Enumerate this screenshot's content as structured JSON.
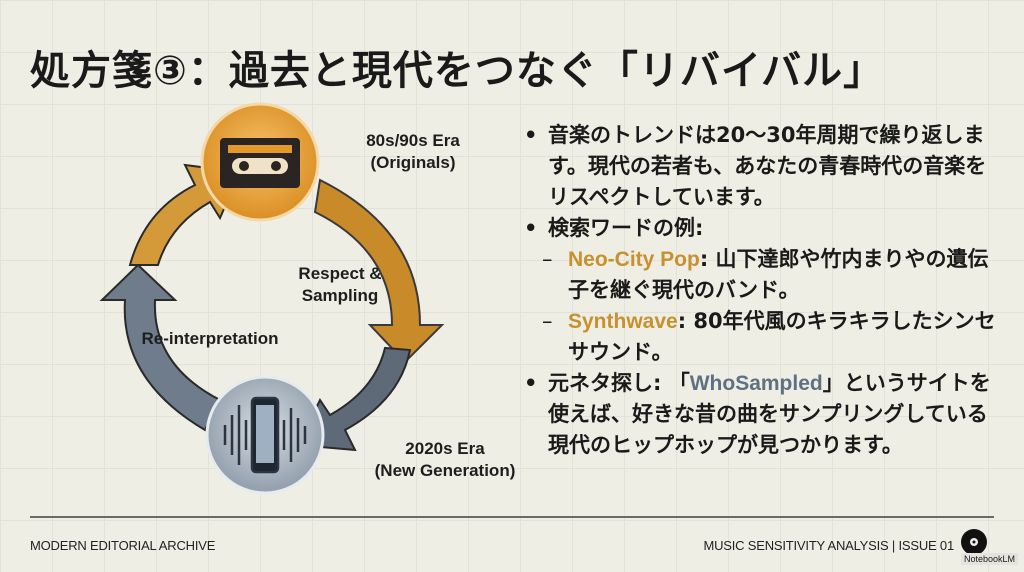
{
  "title": "処方箋③：過去と現代をつなぐ「リバイバル」",
  "diagram": {
    "top_label_1": "80s/90s Era",
    "top_label_2": "(Originals)",
    "right_label_1": "Respect &",
    "right_label_2": "Sampling",
    "left_label": "Re-interpretation",
    "bottom_label_1": "2020s Era",
    "bottom_label_2": "(New Generation)"
  },
  "bullets": {
    "b1": "音楽のトレンドは20〜30年周期で繰り返します。現代の若者も、あなたの青春時代の音楽をリスペクトしています。",
    "b2": "検索ワードの例:",
    "s1_term": "Neo-City Pop",
    "s1_text": ": 山下達郎や竹内まりやの遺伝子を継ぐ現代のバンド。",
    "s2_term": "Synthwave",
    "s2_text": ": 80年代風のキラキラしたシンセサウンド。",
    "b3_pre": "元ネタ探し: 「",
    "b3_term": "WhoSampled",
    "b3_post": "」というサイトを使えば、好きな昔の曲をサンプリングしている現代のヒップホップが見つかります。"
  },
  "footer": {
    "left": "MODERN EDITORIAL ARCHIVE",
    "right": "MUSIC SENSITIVITY ANALYSIS | ISSUE 01",
    "badge": "NotebookLM"
  },
  "colors": {
    "accent_orange": "#c8902e",
    "accent_blue": "#5e7183"
  }
}
